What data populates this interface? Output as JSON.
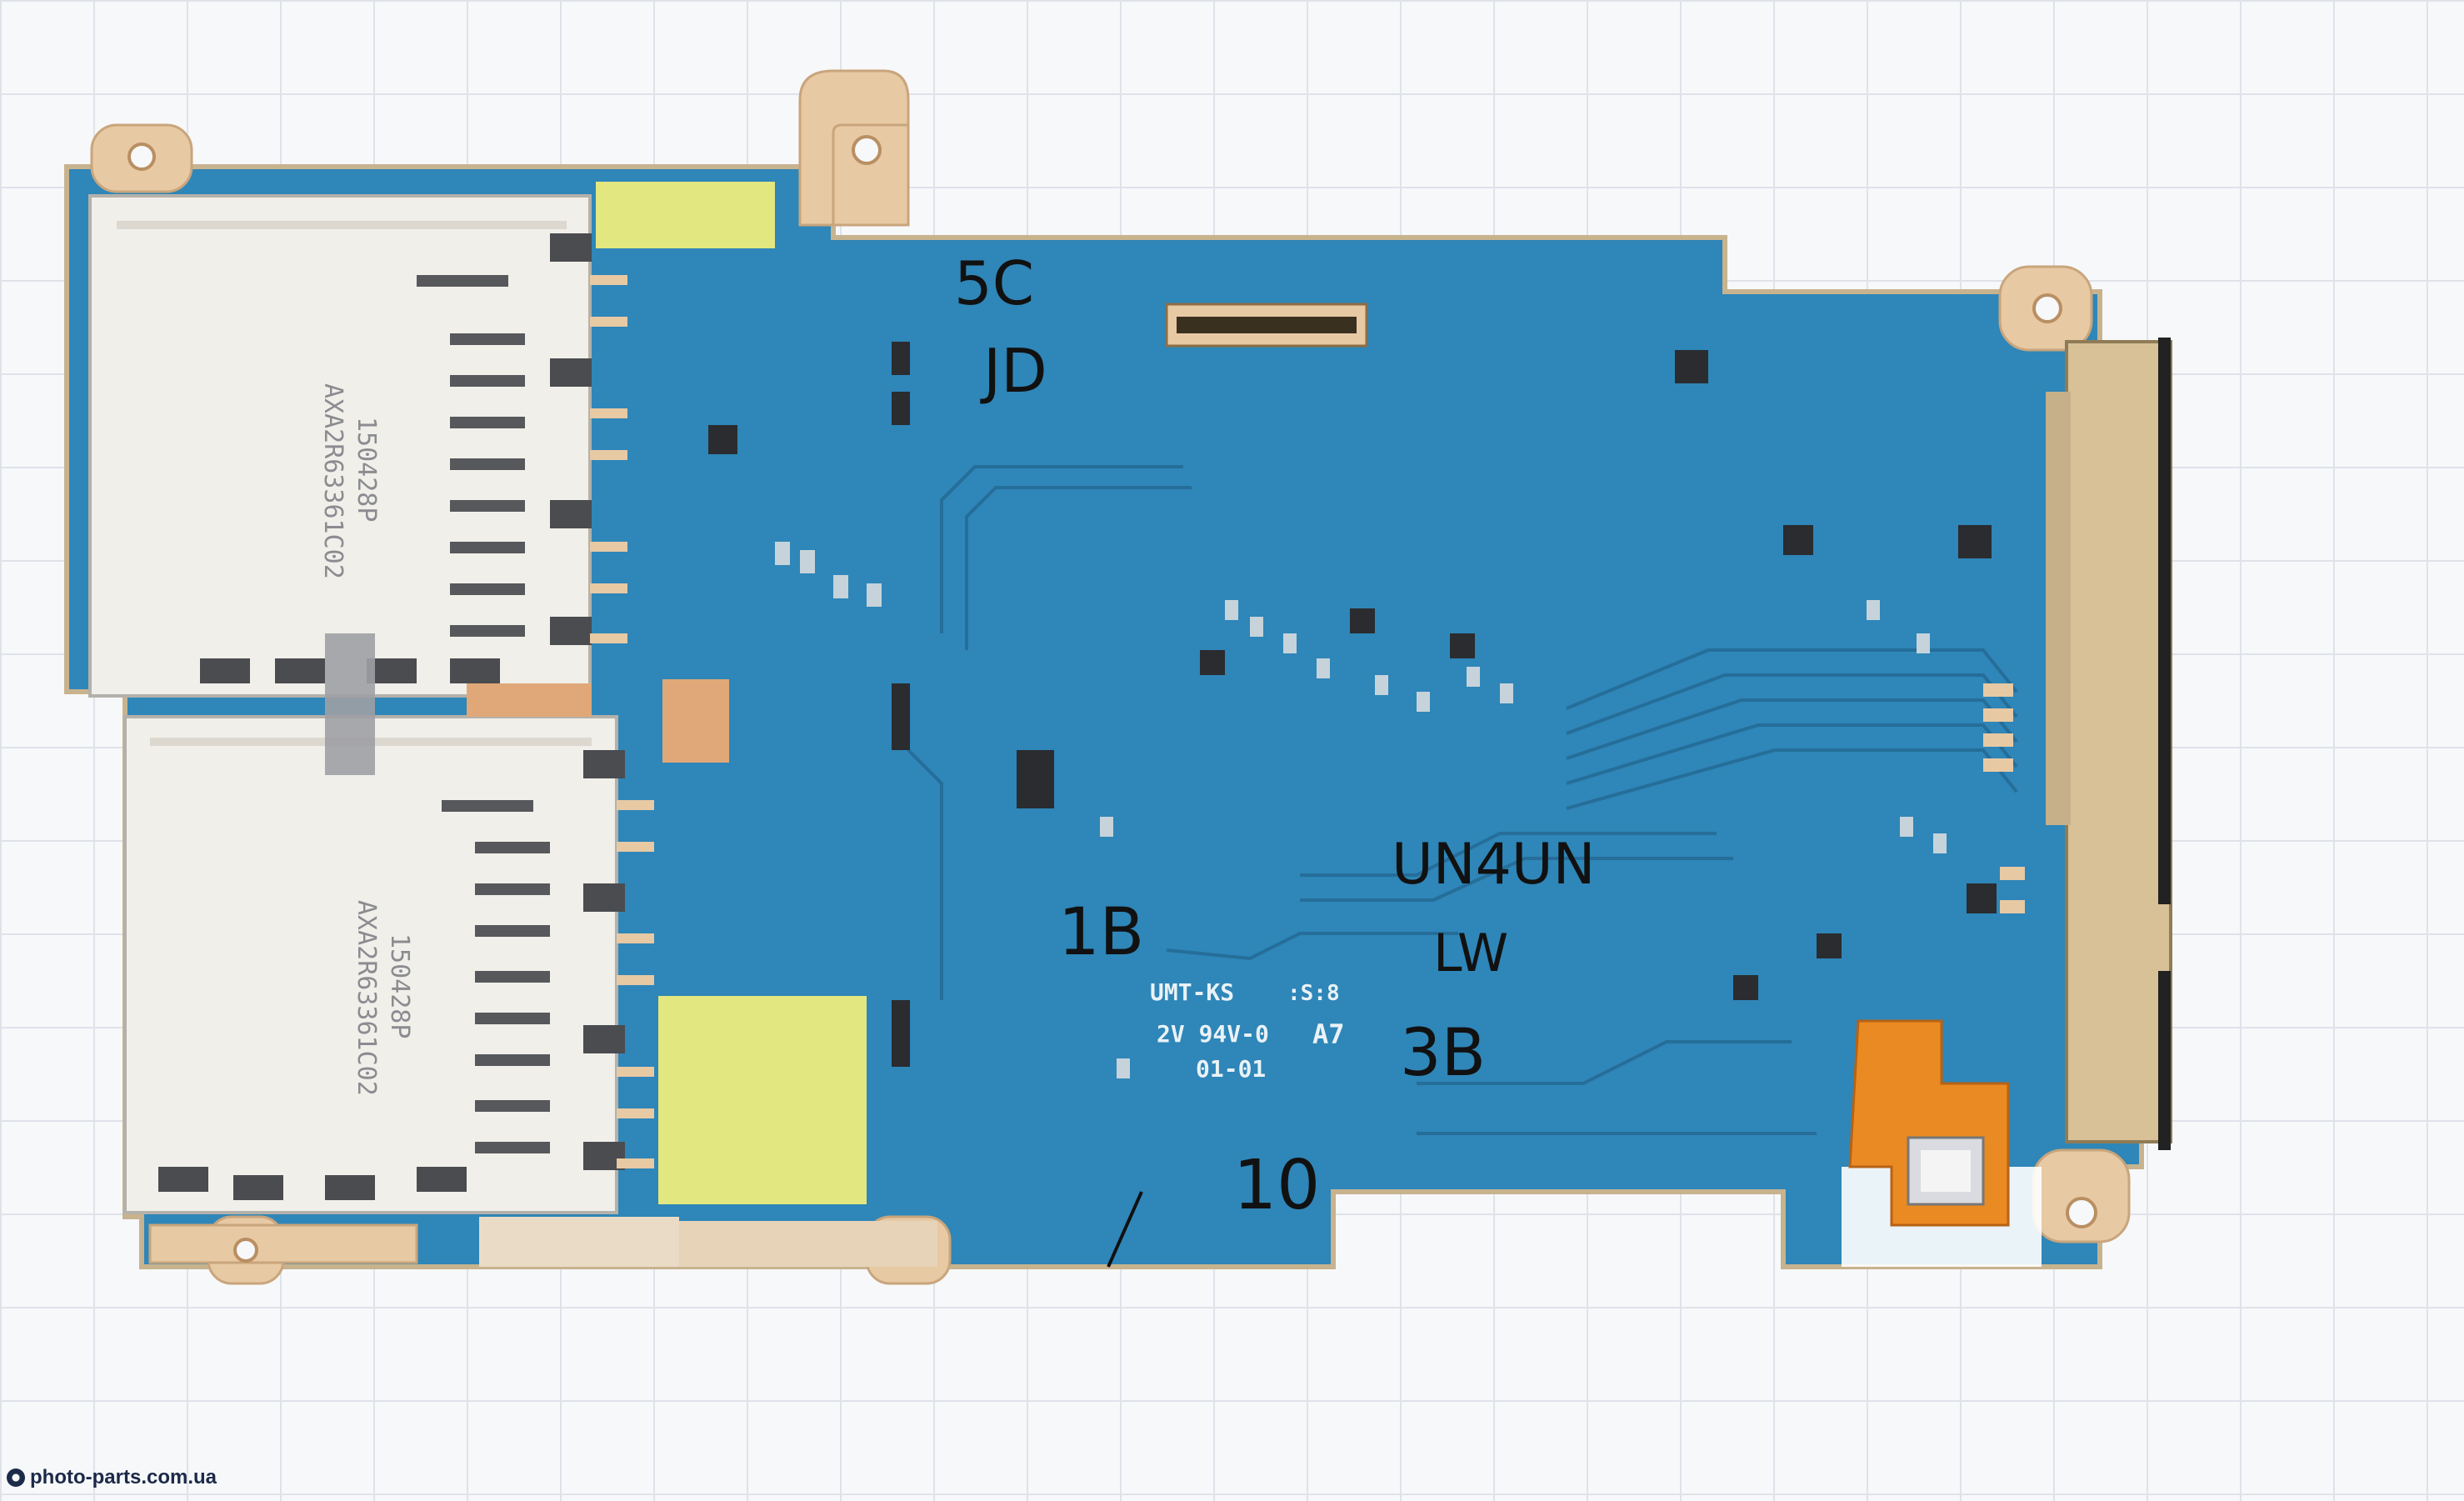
{
  "board": {
    "silkscreen_model": "UMT-KS",
    "silkscreen_date": ":S:8",
    "silkscreen_rating": "2V 94V-0",
    "silkscreen_variant": "A7",
    "silkscreen_lot": "01-01"
  },
  "markers": {
    "m1": "5C",
    "m2": "JD",
    "m3": "1B",
    "m4": "UN4UN",
    "m5": "LW",
    "m6": "3B",
    "m7": "10"
  },
  "card_slots": {
    "upper_code_a": "150428P",
    "upper_code_b": "AXA2R63361C02",
    "lower_code_a": "150428P",
    "lower_code_b": "AXA2R63361C02"
  },
  "colors": {
    "pcb": "#2f86b8",
    "pcb_dark": "#256e99",
    "gold": "#e7c9a4",
    "shield": "#f1efe9",
    "flex": "#e98a22",
    "tape": "#f3f07a"
  },
  "watermark": {
    "site": "photo-parts.com.ua"
  }
}
